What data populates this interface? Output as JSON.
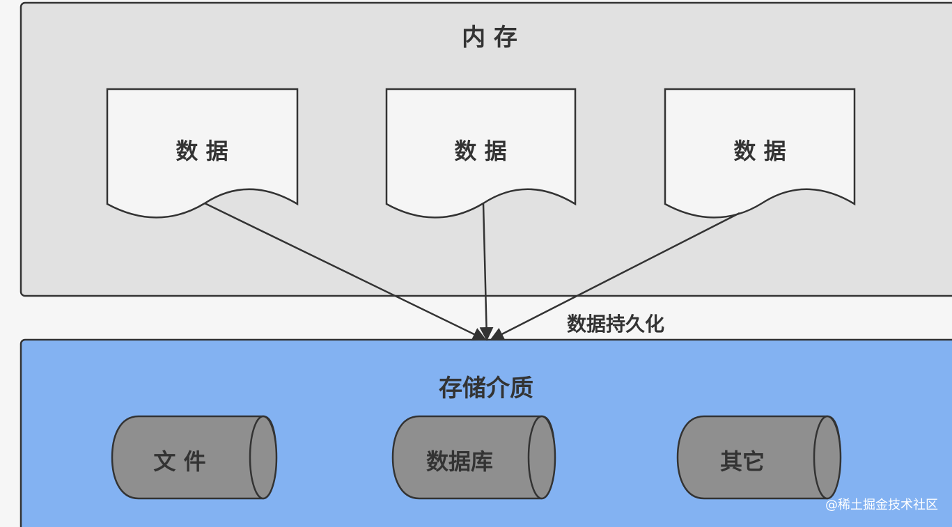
{
  "memory": {
    "title": "内 存",
    "data_blocks": [
      {
        "label": "数 据"
      },
      {
        "label": "数 据"
      },
      {
        "label": "数 据"
      }
    ]
  },
  "persistence": {
    "label": "数据持久化"
  },
  "storage": {
    "title": "存储介质",
    "media": [
      {
        "label": "文 件"
      },
      {
        "label": "数据库"
      },
      {
        "label": "其它"
      }
    ]
  },
  "watermark": "@稀土掘金技术社区",
  "colors": {
    "memory_bg": "#e1e1e1",
    "document_fill": "#f5f5f5",
    "storage_bg": "#83b2f2",
    "cylinder_fill": "#8f8f8f",
    "stroke": "#333333"
  }
}
